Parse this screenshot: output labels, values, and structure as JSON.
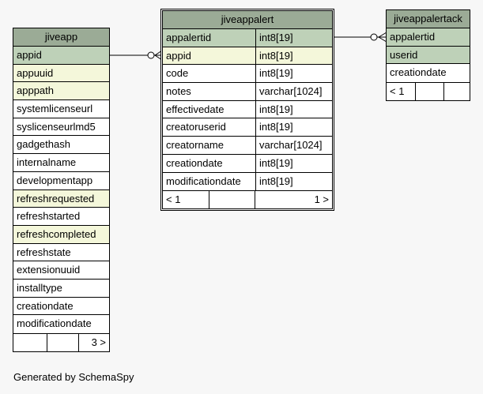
{
  "tables": {
    "jiveapp": {
      "name": "jiveapp",
      "columns": [
        {
          "name": "appid",
          "type": "pk"
        },
        {
          "name": "appuuid",
          "type": "idx"
        },
        {
          "name": "apppath",
          "type": "idx"
        },
        {
          "name": "systemlicenseurl",
          "type": ""
        },
        {
          "name": "syslicenseurlmd5",
          "type": ""
        },
        {
          "name": "gadgethash",
          "type": ""
        },
        {
          "name": "internalname",
          "type": ""
        },
        {
          "name": "developmentapp",
          "type": ""
        },
        {
          "name": "refreshrequested",
          "type": "idx"
        },
        {
          "name": "refreshstarted",
          "type": ""
        },
        {
          "name": "refreshcompleted",
          "type": "idx"
        },
        {
          "name": "refreshstate",
          "type": ""
        },
        {
          "name": "extensionuuid",
          "type": ""
        },
        {
          "name": "installtype",
          "type": ""
        },
        {
          "name": "creationdate",
          "type": ""
        },
        {
          "name": "modificationdate",
          "type": ""
        }
      ],
      "footer": {
        "left": "",
        "mid": "",
        "right": "3 >"
      }
    },
    "jiveappalert": {
      "name": "jiveappalert",
      "columns": [
        {
          "name": "appalertid",
          "datatype": "int8[19]",
          "type": "pk"
        },
        {
          "name": "appid",
          "datatype": "int8[19]",
          "type": "idx"
        },
        {
          "name": "code",
          "datatype": "int8[19]",
          "type": ""
        },
        {
          "name": "notes",
          "datatype": "varchar[1024]",
          "type": ""
        },
        {
          "name": "effectivedate",
          "datatype": "int8[19]",
          "type": ""
        },
        {
          "name": "creatoruserid",
          "datatype": "int8[19]",
          "type": ""
        },
        {
          "name": "creatorname",
          "datatype": "varchar[1024]",
          "type": ""
        },
        {
          "name": "creationdate",
          "datatype": "int8[19]",
          "type": ""
        },
        {
          "name": "modificationdate",
          "datatype": "int8[19]",
          "type": ""
        }
      ],
      "footer": {
        "left": "< 1",
        "mid": "",
        "right": "1 >"
      }
    },
    "jiveappalertack": {
      "name": "jiveappalertack",
      "columns": [
        {
          "name": "appalertid",
          "type": "pk"
        },
        {
          "name": "userid",
          "type": "pk"
        },
        {
          "name": "creationdate",
          "type": ""
        }
      ],
      "footer": {
        "left": "< 1",
        "mid": "",
        "right": ""
      }
    }
  },
  "footer_text": "Generated by SchemaSpy"
}
